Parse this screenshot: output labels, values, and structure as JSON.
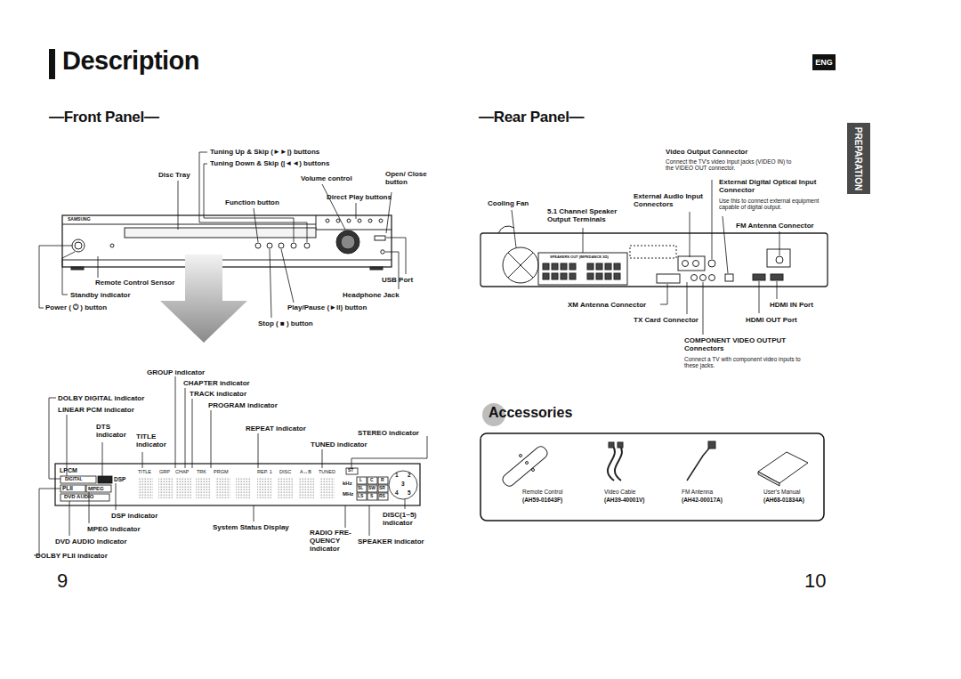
{
  "diagram": {
    "title": "Description",
    "nodes": [
      {
        "text": [
          "ENG"
        ]
      },
      {
        "text": [
          "PREPARATION"
        ]
      }
    ],
    "labels": [
      "—Front Panel—",
      "—Rear Panel—",
      "Tuning Up & Skip (►►|) buttons",
      "Tuning Down & Skip (|◄◄) buttons",
      "Disc Tray",
      "Volume control",
      "Open/ Close button",
      "Direct Play buttons",
      "Function button",
      "SAMSUNG",
      "Remote Control Sensor",
      "USB Port",
      "Standby indicator",
      "Headphone Jack",
      "Power ( ⏻ ) button",
      "Play/Pause (►ll) button",
      "Stop ( ■ ) button",
      "GROUP indicator",
      "CHAPTER indicator",
      "TRACK indicator",
      "DOLBY DIGITAL indicator",
      "PROGRAM indicator",
      "LINEAR PCM indicator",
      "DTS indicator",
      "REPEAT indicator",
      "STEREO indicator",
      "TITLE indicator",
      "TUNED indicator",
      "LPCM",
      "TITLE",
      "GRP",
      "CHAP",
      "TRK",
      "PRGM",
      "REP. 1",
      "DISC",
      "A↔B",
      "TUNED",
      "ST",
      "DIGITAL",
      "DSP",
      "PLII",
      "MPEG",
      "DVD AUDIO",
      "kHz",
      "MHz",
      "L",
      "C",
      "R",
      "SL",
      "SW",
      "SR",
      "LS",
      "S",
      "RS",
      "1",
      "2",
      "3",
      "4",
      "5",
      "DSP indicator",
      "DISC(1~5) indicator",
      "System Status Display",
      "MPEG indicator",
      "RADIO FRE-QUENCY indicator",
      "SPEAKER indicator",
      "DVD AUDIO indicator",
      "DOLBY PLII indicator",
      "9",
      "10",
      "Video Output Connector",
      "Connect the TV's video input jacks (VIDEO IN) to the VIDEO OUT connector.",
      "External Digital Optical Input Connector",
      "Use this to connect external equipment capable of digital output.",
      "External Audio Input Connectors",
      "Cooling Fan",
      "5.1 Channel Speaker Output Terminals",
      "FM Antenna Connector",
      "XM Antenna Connector",
      "HDMI IN Port",
      "TX Card Connector",
      "HDMI OUT Port",
      "COMPONENT VIDEO OUTPUT Connectors",
      "Connect a TV with component video inputs to these jacks.",
      "Accessories",
      "Remote Control",
      "(AH59-01643F)",
      "Video Cable",
      "(AH39-40001V)",
      "FM Antenna",
      "(AH42-00017A)",
      "User's Manual",
      "(AH68-01834A)",
      "SPEAKERS OUT (IMPEDANCE 3Ω)"
    ]
  }
}
